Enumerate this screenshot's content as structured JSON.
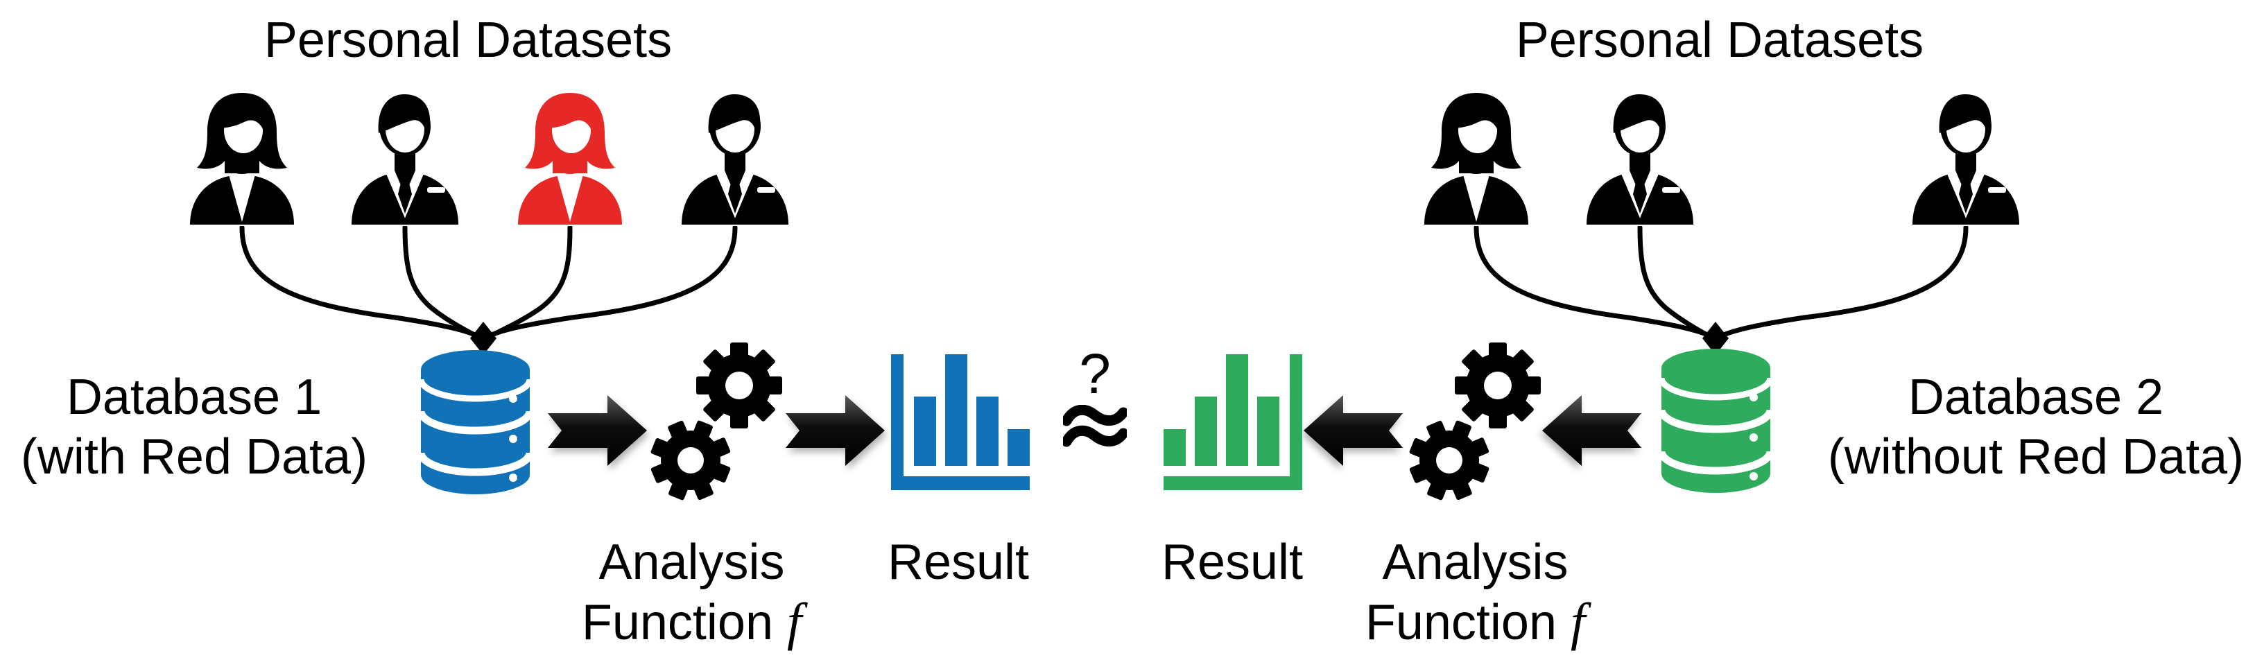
{
  "left_group": {
    "title": "Personal Datasets",
    "people": [
      {
        "type": "woman",
        "variant": "black"
      },
      {
        "type": "man",
        "variant": "black"
      },
      {
        "type": "woman",
        "variant": "red"
      },
      {
        "type": "man",
        "variant": "black"
      }
    ],
    "database_label": {
      "line1": "Database 1",
      "line2": "(with Red Data)"
    },
    "analysis_label": {
      "line1": "Analysis",
      "line2_prefix": "Function",
      "function_symbol": "f"
    },
    "result_label": "Result"
  },
  "right_group": {
    "title": "Personal Datasets",
    "people": [
      {
        "type": "woman",
        "variant": "black"
      },
      {
        "type": "man",
        "variant": "black"
      },
      {
        "type": "man",
        "variant": "black"
      }
    ],
    "database_label": {
      "line1": "Database 2",
      "line2": "(without Red Data)"
    },
    "analysis_label": {
      "line1": "Analysis",
      "line2_prefix": "Function",
      "function_symbol": "f"
    },
    "result_label": "Result"
  },
  "comparison": {
    "question_mark": "?",
    "approx_symbol_meaning": "approximately-equal"
  },
  "colors": {
    "database1_blue": "#1172B8",
    "database2_green": "#2EAB5C",
    "red_person": "#E62826",
    "black": "#000000"
  },
  "chart_data": [
    {
      "type": "bar",
      "id": "result-chart-blue",
      "title": "Result (Database 1)",
      "color": "#1172B8",
      "axis_side": "left",
      "values_relative": [
        0.62,
        1.0,
        0.62,
        0.33
      ]
    },
    {
      "type": "bar",
      "id": "result-chart-green",
      "title": "Result (Database 2)",
      "color": "#2EAB5C",
      "axis_side": "right",
      "values_relative": [
        0.33,
        0.62,
        1.0,
        0.62
      ]
    }
  ]
}
